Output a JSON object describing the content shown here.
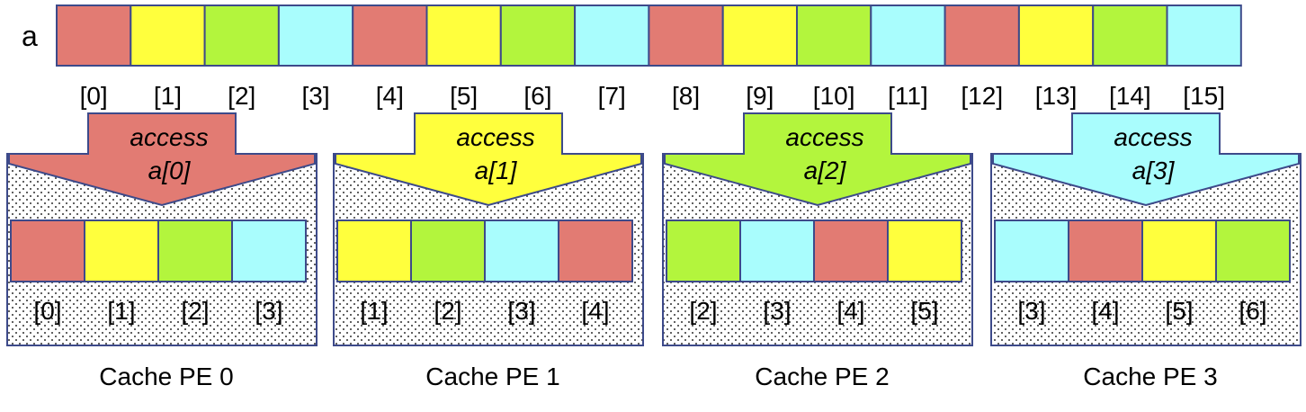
{
  "colors": {
    "red": "#e27b73",
    "yellow": "#ffff3d",
    "green": "#b3f53d",
    "cyan": "#a9fdfd",
    "border": "#3d4a8a",
    "dots": "#222222"
  },
  "array": {
    "name": "a",
    "cells": [
      {
        "label": "[0]",
        "color": "red"
      },
      {
        "label": "[1]",
        "color": "yellow"
      },
      {
        "label": "[2]",
        "color": "green"
      },
      {
        "label": "[3]",
        "color": "cyan"
      },
      {
        "label": "[4]",
        "color": "red"
      },
      {
        "label": "[5]",
        "color": "yellow"
      },
      {
        "label": "[6]",
        "color": "green"
      },
      {
        "label": "[7]",
        "color": "cyan"
      },
      {
        "label": "[8]",
        "color": "red"
      },
      {
        "label": "[9]",
        "color": "yellow"
      },
      {
        "label": "[10]",
        "color": "green"
      },
      {
        "label": "[11]",
        "color": "cyan"
      },
      {
        "label": "[12]",
        "color": "red"
      },
      {
        "label": "[13]",
        "color": "yellow"
      },
      {
        "label": "[14]",
        "color": "green"
      },
      {
        "label": "[15]",
        "color": "cyan"
      }
    ]
  },
  "caches": [
    {
      "title": "Cache PE 0",
      "arrow_color": "red",
      "access_word": "access",
      "access_target": "a[0]",
      "cells": [
        {
          "label": "[0]",
          "color": "red"
        },
        {
          "label": "[1]",
          "color": "yellow"
        },
        {
          "label": "[2]",
          "color": "green"
        },
        {
          "label": "[3]",
          "color": "cyan"
        }
      ]
    },
    {
      "title": "Cache PE 1",
      "arrow_color": "yellow",
      "access_word": "access",
      "access_target": "a[1]",
      "cells": [
        {
          "label": "[1]",
          "color": "yellow"
        },
        {
          "label": "[2]",
          "color": "green"
        },
        {
          "label": "[3]",
          "color": "cyan"
        },
        {
          "label": "[4]",
          "color": "red"
        }
      ]
    },
    {
      "title": "Cache PE 2",
      "arrow_color": "green",
      "access_word": "access",
      "access_target": "a[2]",
      "cells": [
        {
          "label": "[2]",
          "color": "green"
        },
        {
          "label": "[3]",
          "color": "cyan"
        },
        {
          "label": "[4]",
          "color": "red"
        },
        {
          "label": "[5]",
          "color": "yellow"
        }
      ]
    },
    {
      "title": "Cache PE 3",
      "arrow_color": "cyan",
      "access_word": "access",
      "access_target": "a[3]",
      "cells": [
        {
          "label": "[3]",
          "color": "cyan"
        },
        {
          "label": "[4]",
          "color": "red"
        },
        {
          "label": "[5]",
          "color": "yellow"
        },
        {
          "label": "[6]",
          "color": "green"
        }
      ]
    }
  ]
}
